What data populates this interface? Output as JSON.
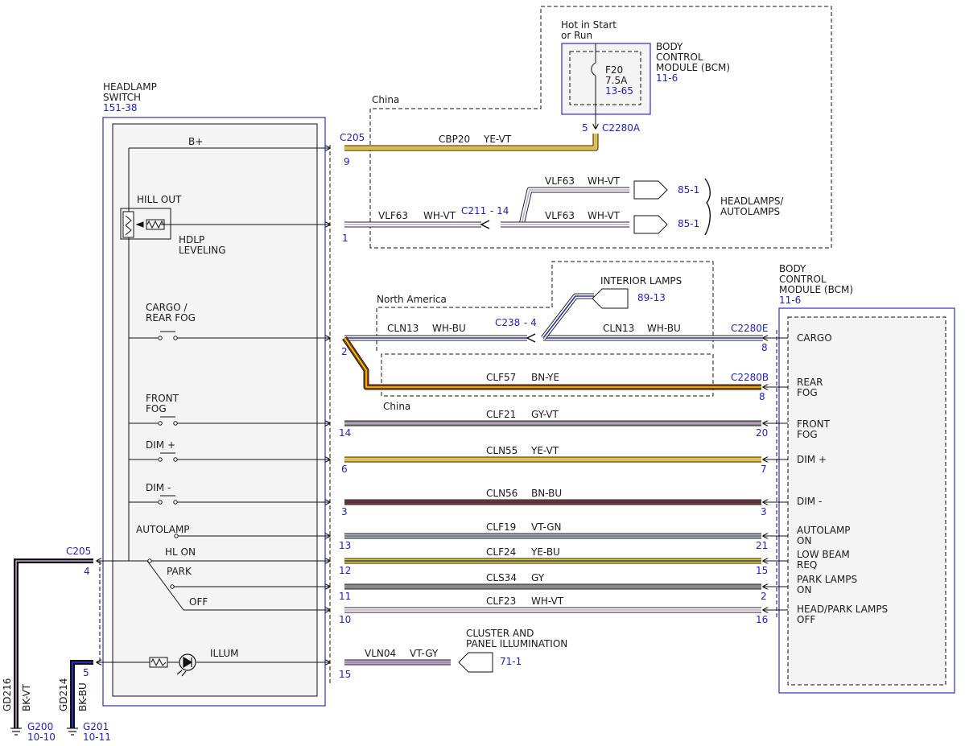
{
  "colors": {
    "ref": "#1e1ec8",
    "frame": "#2d2dc8",
    "YE": "#f2d200",
    "VT": "#c8a2d8",
    "WH": "#ffffff",
    "BU": "#2030b0",
    "BN": "#8b3a10",
    "GY": "#8a8a8a",
    "GN": "#2f9a3a",
    "BK": "#111111",
    "OR": "#e07000"
  },
  "headlamp_switch": {
    "title_line1": "HEADLAMP",
    "title_line2": "SWITCH",
    "ref": "151-38",
    "b_plus": "B+",
    "hill_out": "HILL OUT",
    "hdlp_leveling_1": "HDLP",
    "hdlp_leveling_2": "LEVELING",
    "cargo_rear_fog_1": "CARGO /",
    "cargo_rear_fog_2": "REAR FOG",
    "front_fog_1": "FRONT",
    "front_fog_2": "FOG",
    "dim_plus": "DIM +",
    "dim_minus": "DIM -",
    "autolamp": "AUTOLAMP",
    "hl_on": "HL ON",
    "park": "PARK",
    "off": "OFF",
    "illum": "ILLUM"
  },
  "bcm_top": {
    "hot": "Hot in Start",
    "hot2": "or Run",
    "fuse": "F20",
    "fuse_rating": "7.5A",
    "fuse_ref": "13-65",
    "t1": "BODY",
    "t2": "CONTROL",
    "t3": "MODULE (BCM)",
    "ref": "11-6",
    "pin": "5",
    "connector": "C2280A"
  },
  "bcm_right": {
    "t1": "BODY",
    "t2": "CONTROL",
    "t3": "MODULE (BCM)",
    "ref": "11-6",
    "cargo": "CARGO",
    "rear_fog_1": "REAR",
    "rear_fog_2": "FOG",
    "front_fog_1": "FRONT",
    "front_fog_2": "FOG",
    "dim_plus": "DIM +",
    "dim_minus": "DIM -",
    "autolamp_1": "AUTOLAMP",
    "autolamp_2": "ON",
    "low_beam_1": "LOW BEAM",
    "low_beam_2": "REQ",
    "park_1": "PARK LAMPS",
    "park_2": "ON",
    "headpark_1": "HEAD/PARK LAMPS",
    "headpark_2": "OFF"
  },
  "regions": {
    "china_top": "China",
    "north_america": "North America",
    "china_mid": "China"
  },
  "connectors": {
    "c205_top": "C205",
    "c211": "C211",
    "c211_pin": "- 14",
    "c238": "C238",
    "c238_pin": "- 4",
    "c2280e": "C2280E",
    "c2280b": "C2280B",
    "c205_left": "C205",
    "c205_left_pin": "4",
    "g_pin5": "5"
  },
  "wires": [
    {
      "circuit": "CBP20",
      "color": "YE-VT",
      "pin_left": "9",
      "pin_right": ""
    },
    {
      "circuit": "VLF63",
      "color": "WH-VT",
      "pin_left": "1",
      "pin_right": ""
    },
    {
      "circuit": "CLN13",
      "color": "WH-BU",
      "pin_left": "2",
      "pin_right": "8"
    },
    {
      "circuit": "CLF57",
      "color": "BN-YE",
      "pin_left": "",
      "pin_right": "8"
    },
    {
      "circuit": "CLF21",
      "color": "GY-VT",
      "pin_left": "14",
      "pin_right": "20"
    },
    {
      "circuit": "CLN55",
      "color": "YE-VT",
      "pin_left": "6",
      "pin_right": "7"
    },
    {
      "circuit": "CLN56",
      "color": "BN-BU",
      "pin_left": "3",
      "pin_right": "3"
    },
    {
      "circuit": "CLF19",
      "color": "VT-GN",
      "pin_left": "13",
      "pin_right": "21"
    },
    {
      "circuit": "CLF24",
      "color": "YE-BU",
      "pin_left": "12",
      "pin_right": "15"
    },
    {
      "circuit": "CLS34",
      "color": "GY",
      "pin_left": "11",
      "pin_right": "2"
    },
    {
      "circuit": "CLF23",
      "color": "WH-VT",
      "pin_left": "10",
      "pin_right": "16"
    },
    {
      "circuit": "VLN04",
      "color": "VT-GY",
      "pin_left": "15",
      "pin_right": ""
    }
  ],
  "vlf63_branches": [
    {
      "circuit": "VLF63",
      "color": "WH-VT",
      "ref": "85-1"
    },
    {
      "circuit": "VLF63",
      "color": "WH-VT",
      "ref": "85-1"
    }
  ],
  "headlamps_1": "HEADLAMPS/",
  "headlamps_2": "AUTOLAMPS",
  "interior": {
    "cln13": "CLN13",
    "wh_bu": "WH-BU",
    "label": "INTERIOR LAMPS",
    "ref": "89-13"
  },
  "cluster": {
    "l1": "CLUSTER AND",
    "l2": "PANEL ILLUMINATION",
    "ref": "71-1"
  },
  "grounds": [
    {
      "circuit": "GD216",
      "color": "BK-VT",
      "ground": "G200",
      "ref": "10-10"
    },
    {
      "circuit": "GD214",
      "color": "BK-BU",
      "ground": "G201",
      "ref": "10-11"
    }
  ]
}
